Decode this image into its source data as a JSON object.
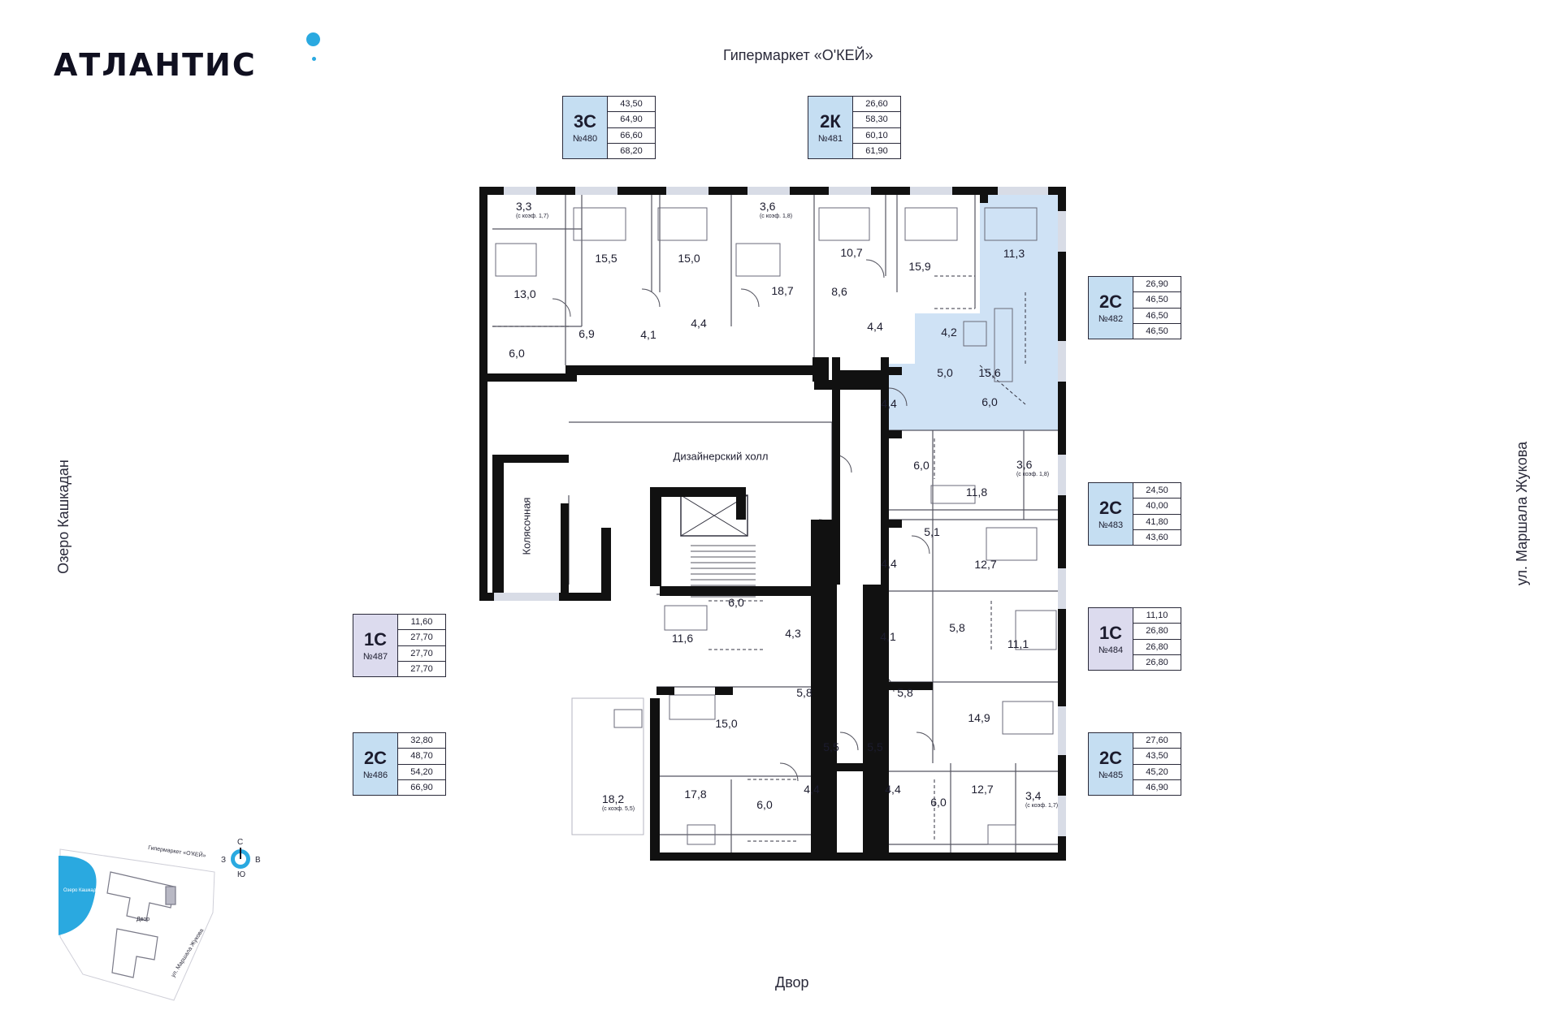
{
  "brand": {
    "logo_text": "АТЛАНТИС"
  },
  "labels": {
    "north": "Гипермаркет «О'КЕЙ»",
    "south": "Двор",
    "west": "Озеро Кашкадан",
    "east": "ул. Маршала Жукова",
    "hall": "Дизайнерский холл",
    "stroller": "Колясочная"
  },
  "cards": [
    {
      "code": "3С",
      "number": "№480",
      "values": [
        "43,50",
        "64,90",
        "66,60",
        "68,20"
      ],
      "color": "blue"
    },
    {
      "code": "2К",
      "number": "№481",
      "values": [
        "26,60",
        "58,30",
        "60,10",
        "61,90"
      ],
      "color": "blue"
    },
    {
      "code": "2С",
      "number": "№482",
      "values": [
        "26,90",
        "46,50",
        "46,50",
        "46,50"
      ],
      "color": "blue"
    },
    {
      "code": "2С",
      "number": "№483",
      "values": [
        "24,50",
        "40,00",
        "41,80",
        "43,60"
      ],
      "color": "blue"
    },
    {
      "code": "1С",
      "number": "№484",
      "values": [
        "11,10",
        "26,80",
        "26,80",
        "26,80"
      ],
      "color": "lav"
    },
    {
      "code": "2С",
      "number": "№485",
      "values": [
        "27,60",
        "43,50",
        "45,20",
        "46,90"
      ],
      "color": "blue"
    },
    {
      "code": "1С",
      "number": "№487",
      "values": [
        "11,60",
        "27,70",
        "27,70",
        "27,70"
      ],
      "color": "lav"
    },
    {
      "code": "2С",
      "number": "№486",
      "values": [
        "32,80",
        "48,70",
        "54,20",
        "66,90"
      ],
      "color": "blue"
    }
  ],
  "rooms": [
    {
      "area": "3,3",
      "note": "(с коэф. 1,7)"
    },
    {
      "area": "15,5"
    },
    {
      "area": "15,0"
    },
    {
      "area": "3,6",
      "note": "(с коэф. 1,8)"
    },
    {
      "area": "10,7"
    },
    {
      "area": "15,9"
    },
    {
      "area": "11,3"
    },
    {
      "area": "13,0"
    },
    {
      "area": "18,7"
    },
    {
      "area": "8,6"
    },
    {
      "area": "6,9"
    },
    {
      "area": "4,1"
    },
    {
      "area": "4,4"
    },
    {
      "area": "4,4"
    },
    {
      "area": "4,2"
    },
    {
      "area": "6,0"
    },
    {
      "area": "5,0"
    },
    {
      "area": "15,6"
    },
    {
      "area": "4,4"
    },
    {
      "area": "6,0"
    },
    {
      "area": "6,0"
    },
    {
      "area": "11,8"
    },
    {
      "area": "3,6",
      "note": "(с коэф. 1,8)"
    },
    {
      "area": "5,1"
    },
    {
      "area": "4,4"
    },
    {
      "area": "12,7"
    },
    {
      "area": "6,0"
    },
    {
      "area": "11,6"
    },
    {
      "area": "4,3"
    },
    {
      "area": "4,1"
    },
    {
      "area": "5,8"
    },
    {
      "area": "11,1"
    },
    {
      "area": "5,8"
    },
    {
      "area": "5,8"
    },
    {
      "area": "15,0"
    },
    {
      "area": "14,9"
    },
    {
      "area": "5,5"
    },
    {
      "area": "5,5"
    },
    {
      "area": "18,2",
      "note": "(с коэф. 5,5)"
    },
    {
      "area": "17,8"
    },
    {
      "area": "6,0"
    },
    {
      "area": "4,4"
    },
    {
      "area": "4,4"
    },
    {
      "area": "6,0"
    },
    {
      "area": "12,7"
    },
    {
      "area": "3,4",
      "note": "(с коэф. 1,7)"
    }
  ],
  "minimap": {
    "lake": "Озеро Кашкадан",
    "store": "Гипермаркет «О'КЕЙ»",
    "yard": "Двор",
    "street": "ул. Маршала Жукова",
    "compass": {
      "n": "С",
      "s": "Ю",
      "w": "З",
      "e": "В"
    }
  },
  "colors": {
    "accent": "#2aa9e0",
    "card_blue": "#c5def2",
    "card_lavender": "#dcdbee",
    "highlight": "#cfe2f5",
    "wall": "#111111"
  }
}
